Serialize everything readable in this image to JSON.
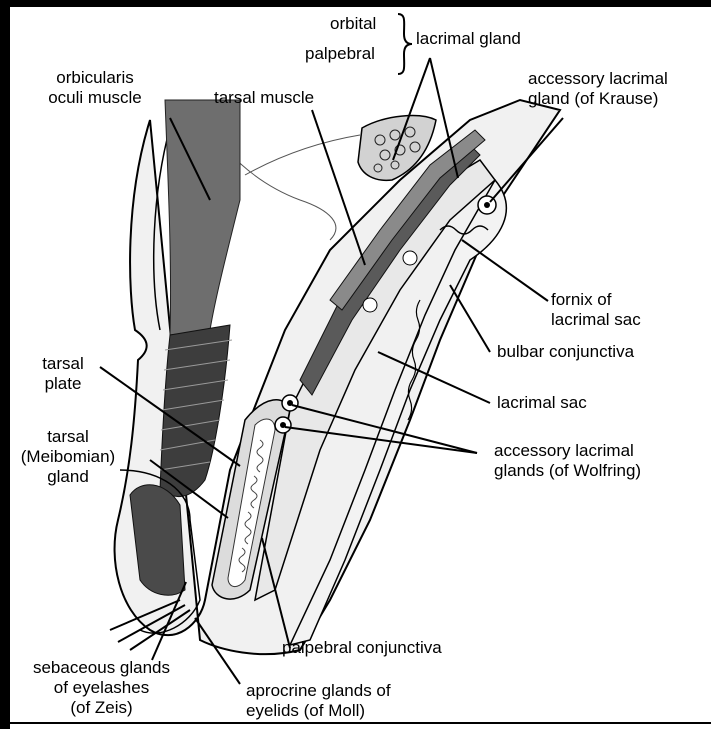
{
  "labels": {
    "orbital": "orbital",
    "palpebral": "palpebral",
    "lacrimal_gland": "lacrimal gland",
    "orbicularis": "orbicularis\noculi muscle",
    "tarsal_muscle": "tarsal muscle",
    "krause": "accessory lacrimal\ngland (of Krause)",
    "fornix": "fornix of\nlacrimal sac",
    "bulbar": "bulbar conjunctiva",
    "tarsal_plate": "tarsal\nplate",
    "lacrimal_sac": "lacrimal sac",
    "meibomian": "tarsal\n(Meibomian)\ngland",
    "wolfring": "accessory lacrimal\nglands (of Wolfring)",
    "palpebral_conjunctiva": "palpebral conjunctiva",
    "zeis": "sebaceous glands\nof eyelashes\n(of Zeis)",
    "moll": "aprocrine glands of\neyelids (of Moll)"
  },
  "colors": {
    "muscle": "#6e6e6e",
    "muscle_dark": "#3a3a3a",
    "tissue": "#e4e4e4",
    "line": "#000000"
  }
}
